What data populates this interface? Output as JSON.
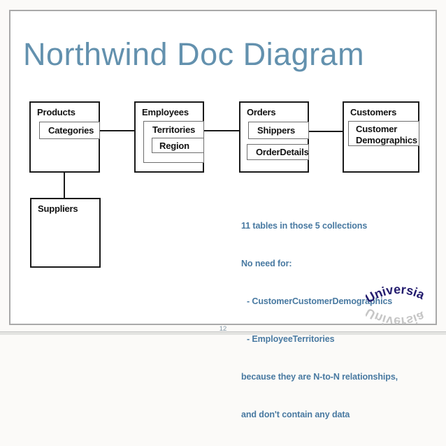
{
  "slide": {
    "title": "Northwind Doc Diagram",
    "page_number": "12",
    "watermark_text": "Universia"
  },
  "diagram": {
    "products": {
      "label": "Products"
    },
    "categories": {
      "label": "Categories"
    },
    "employees": {
      "label": "Employees"
    },
    "territories": {
      "label": "Territories"
    },
    "region": {
      "label": "Region"
    },
    "orders": {
      "label": "Orders"
    },
    "shippers": {
      "label": "Shippers"
    },
    "order_details": {
      "label": "OrderDetails"
    },
    "customers": {
      "label": "Customers"
    },
    "customer_demographics": {
      "label": "Customer Demographics"
    },
    "suppliers": {
      "label": "Suppliers"
    }
  },
  "notes": {
    "lines": [
      "11 tables in those 5 collections",
      "No need for:",
      "- CustomerCustomerDemographics",
      "- EmployeeTerritories",
      "because they are N-to-N relationships,",
      "and don't contain any data"
    ]
  },
  "colors": {
    "title": "#6391ae",
    "notes_text": "#4879a1",
    "box_border": "#1a1a1a",
    "inner_box_border": "#6e6e6e",
    "slide_border": "#a9a9a9",
    "watermark_navy": "#231c6e",
    "watermark_reflection": "#c6c6c6",
    "page_number": "#8296a6"
  }
}
